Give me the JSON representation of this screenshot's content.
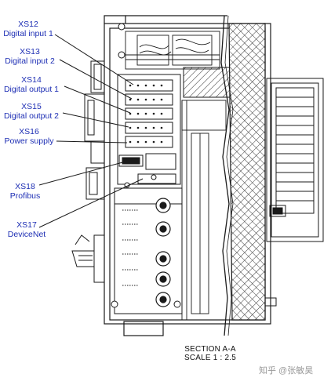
{
  "connectors": [
    {
      "id": "XS12",
      "name": "Digital input 1"
    },
    {
      "id": "XS13",
      "name": "Digital input 2"
    },
    {
      "id": "XS14",
      "name": "Digital output 1"
    },
    {
      "id": "XS15",
      "name": "Digital output 2"
    },
    {
      "id": "XS16",
      "name": "Power supply"
    },
    {
      "id": "XS18",
      "name": "Profibus"
    },
    {
      "id": "XS17",
      "name": "DeviceNet"
    }
  ],
  "caption": {
    "line1": "SECTION A-A",
    "line2": "SCALE 1 : 2.5"
  },
  "watermark": "知乎 @张敏昊",
  "colors": {
    "label": "#1e2fb4",
    "line": "#1a1a1a"
  }
}
